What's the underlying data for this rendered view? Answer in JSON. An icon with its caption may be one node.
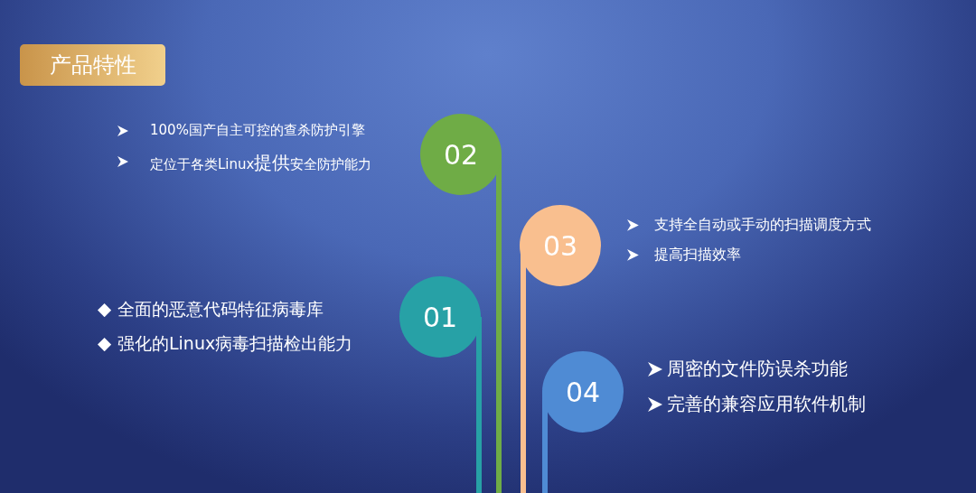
{
  "diagram": {
    "nodes": [
      {
        "text": [
          "产品特性"
        ]
      },
      {
        "text": [
          "02"
        ],
        "beside": [
          "100%国产自主可控的查杀防护引擎",
          "定位于各类Linux**提供**安全防护能力"
        ]
      },
      {
        "text": [
          "03"
        ],
        "beside": [
          "支持全自动或手动的扫描调度方式",
          "提高扫描效率"
        ]
      },
      {
        "text": [
          "01"
        ],
        "beside": [
          "全面的恶意代码特征病毒库",
          "强化的Linux病毒扫描检出能力"
        ]
      },
      {
        "text": [
          "04"
        ],
        "beside": [
          "周密的文件防误杀功能",
          "完善的兼容应用软件机制"
        ]
      }
    ]
  }
}
